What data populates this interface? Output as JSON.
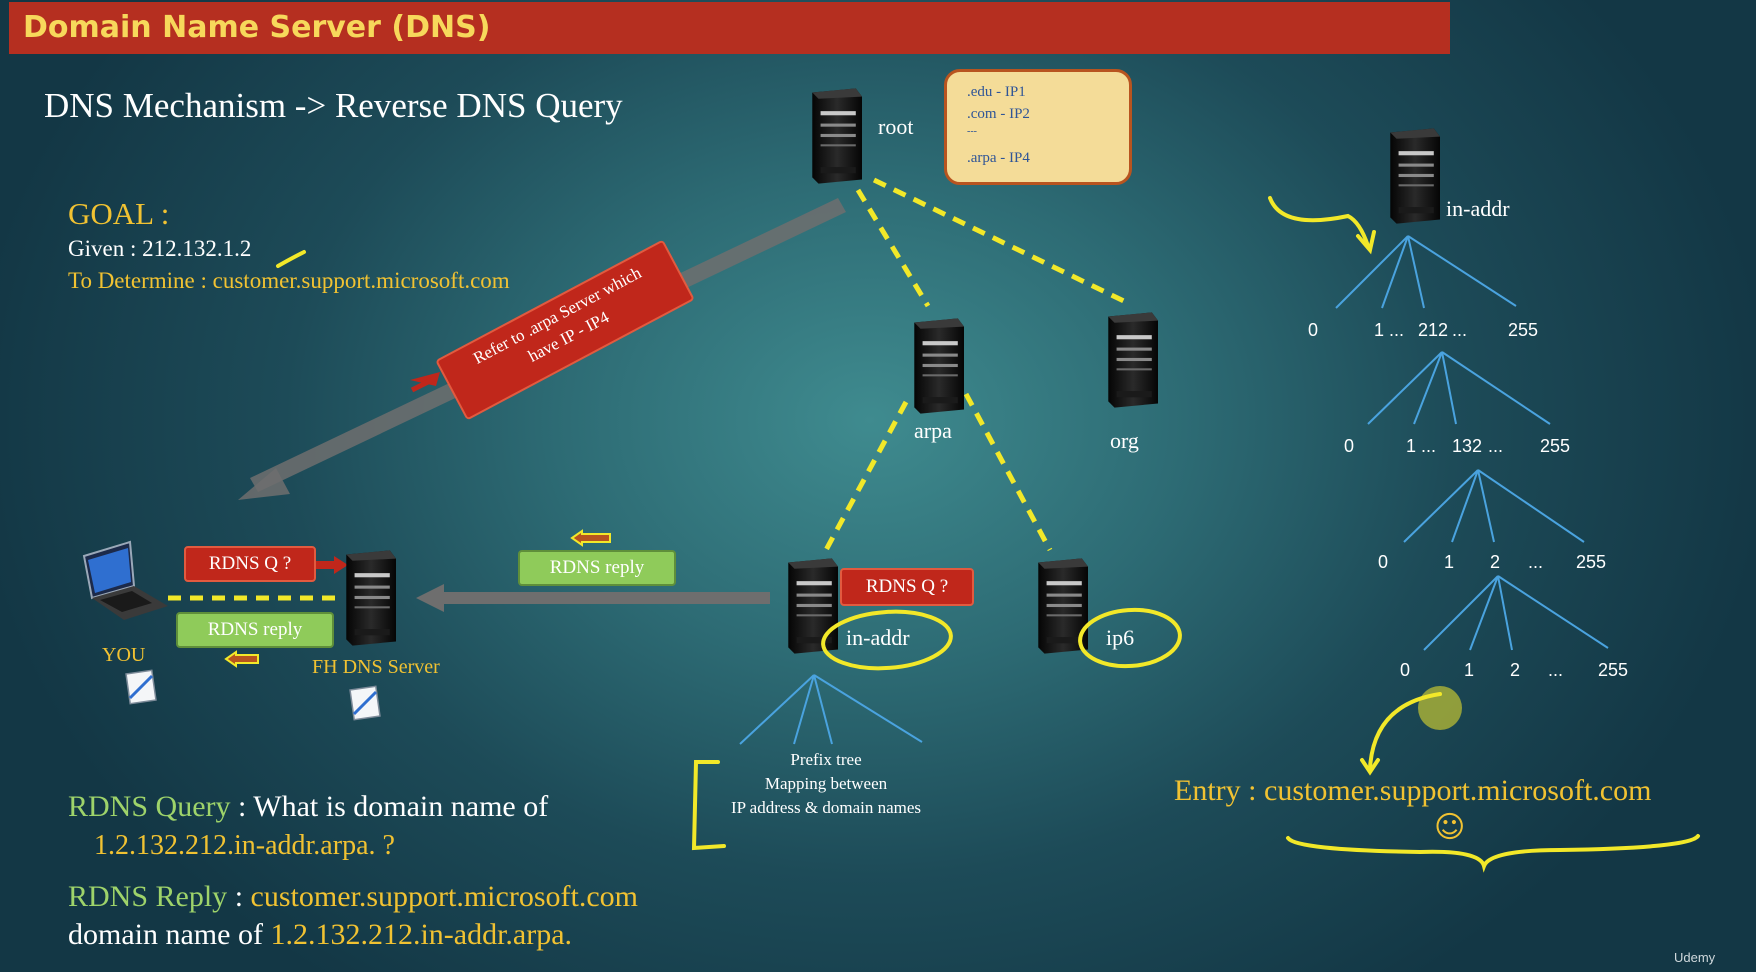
{
  "banner": {
    "title": "Domain Name Server (DNS)"
  },
  "heading": "DNS Mechanism -> Reverse DNS Query",
  "goal": {
    "label": "GOAL :",
    "given": "Given :  212.132.1.2",
    "determine": "To Determine : customer.support.microsoft.com"
  },
  "root_server": {
    "label": "root",
    "entries": [
      ".edu - IP1",
      ".com - IP2",
      "---",
      ".arpa - IP4"
    ]
  },
  "servers": {
    "arpa": "arpa",
    "org": "org",
    "in_addr": "in-addr",
    "ip6": "ip6",
    "fh_dns": "FH DNS Server",
    "you": "YOU"
  },
  "labels": {
    "refer_line1": "Refer to .arpa Server which",
    "refer_line2": "have IP - IP4",
    "rdns_q_left": "RDNS Q ?",
    "rdns_reply_left": "RDNS reply",
    "rdns_reply_mid": "RDNS reply",
    "rdns_q_mid": "RDNS Q ?"
  },
  "prefix_note": [
    "Prefix tree",
    "Mapping between",
    "IP address & domain names"
  ],
  "tree": {
    "root_label": "in-addr",
    "levels": [
      {
        "items": [
          "0",
          "1 ...",
          "212",
          "...",
          "255"
        ],
        "highlight": "212"
      },
      {
        "items": [
          "0",
          "1 ...",
          "132",
          "...",
          "255"
        ],
        "highlight": "132"
      },
      {
        "items": [
          "0",
          "1",
          "2",
          "...",
          "255"
        ],
        "highlight": "2"
      },
      {
        "items": [
          "0",
          "1",
          "2",
          "...",
          "255"
        ],
        "highlight": "1"
      }
    ],
    "entry_label": "Entry :",
    "entry_value": "customer.support.microsoft.com",
    "smiley": "☺"
  },
  "rdns_query": {
    "label": "RDNS Query",
    "text": " : What is domain name of",
    "value": "1.2.132.212.in-addr.arpa. ?"
  },
  "rdns_reply": {
    "label": "RDNS Reply",
    "sep": " : ",
    "value": "customer.support.microsoft.com",
    "line2_prefix": "domain name of ",
    "line2_value": "1.2.132.212.in-addr.arpa."
  },
  "watermark": "Udemy",
  "colors": {
    "banner_bg": "#b52f20",
    "banner_text": "#f7d85b",
    "accent_yellow": "#f1c232",
    "accent_green": "#9ed36a",
    "link_dash": "#f2e829",
    "tree_line": "#4aa3df",
    "red_label": "#c0271b",
    "green_label": "#8fcb5a"
  }
}
